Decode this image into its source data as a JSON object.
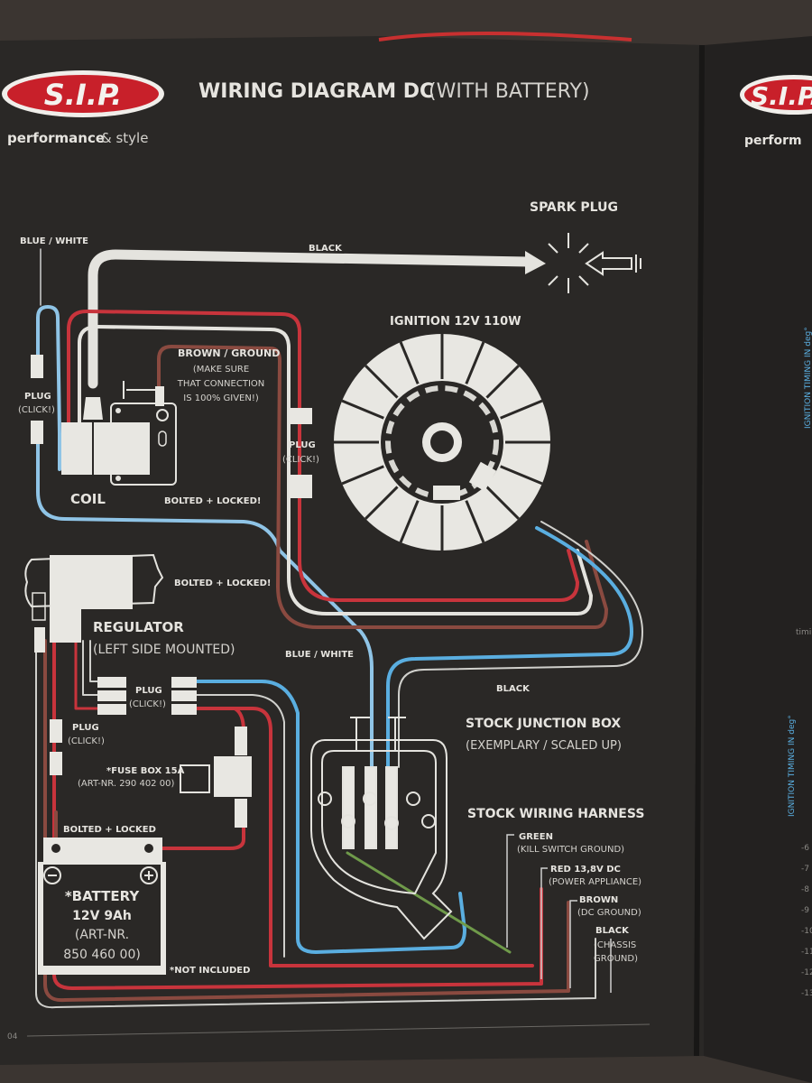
{
  "header": {
    "brand_logo": "S.I.P.",
    "brand_tagline_bold": "performance",
    "brand_tagline_rest": "& style",
    "title_bold": "WIRING DIAGRAM DC",
    "title_rest": "(WITH BATTERY)"
  },
  "labels": {
    "blue_white_top": "BLUE / WHITE",
    "black_top": "BLACK",
    "spark_plug": "SPARK PLUG",
    "ignition": "IGNITION 12V 110W",
    "brown_ground": "BROWN / GROUND",
    "brown_note_1": "(MAKE SURE",
    "brown_note_2": "THAT CONNECTION",
    "brown_note_3": "IS 100% GIVEN!)",
    "plug": "PLUG",
    "click": "(CLICK!)",
    "coil": "COIL",
    "bolted_locked_excl": "BOLTED + LOCKED!",
    "regulator": "REGULATOR",
    "regulator_note": "(LEFT SIDE MOUNTED)",
    "blue_white_mid": "BLUE / WHITE",
    "black_mid": "BLACK",
    "junction_box": "STOCK JUNCTION BOX",
    "junction_note": "(EXEMPLARY / SCALED UP)",
    "harness": "STOCK WIRING HARNESS",
    "green": "GREEN",
    "green_note": "(KILL SWITCH GROUND)",
    "red": "RED 13,8V DC",
    "red_note": "(POWER APPLIANCE)",
    "brown": "BROWN",
    "brown_dc": "(DC GROUND)",
    "black": "BLACK",
    "black_note_1": "(CHASSIS",
    "black_note_2": "GROUND)",
    "fuse_box": "*FUSE BOX 15A",
    "fuse_art": "(ART-NR. 290 402 00)",
    "bolted_locked": "BOLTED + LOCKED",
    "battery": "*BATTERY",
    "battery_spec": "12V 9Ah",
    "battery_art_1": "(ART-NR.",
    "battery_art_2": "850 460 00)",
    "not_included": "*NOT INCLUDED",
    "page_number": "04"
  },
  "right_page": {
    "brand_logo": "S.I.P.",
    "tagline_partial": "perform",
    "axis_label_1": "IGNITION TIMING IN deg°",
    "axis_label_2": "IGNITION TIMING IN deg°",
    "timing_partial": "timi",
    "ticks": [
      "-6",
      "-7",
      "-8",
      "-9",
      "-10",
      "-11",
      "-12",
      "-13"
    ]
  },
  "colors": {
    "page": "#2a2826",
    "wire_white": "#e4e3de",
    "wire_red": "#c8343c",
    "wire_brown": "#8a4a40",
    "wire_blue": "#5aaee0",
    "wire_green": "#6f9a4a",
    "accent_logo": "#c8202a"
  }
}
